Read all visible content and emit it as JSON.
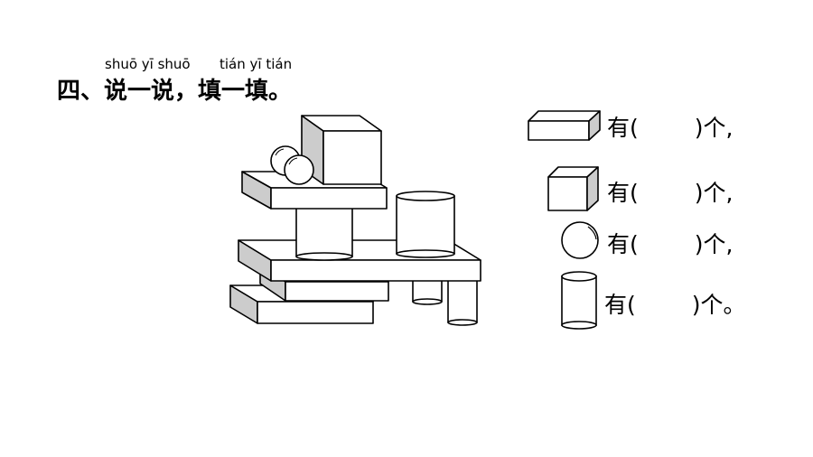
{
  "pinyin": {
    "shuo1": "shuō yī shuō",
    "tian1": "tián yī tián"
  },
  "title": "四、说一说，填一填。",
  "rows": [
    {
      "shape": "cuboid-icon",
      "prefix": "有(",
      "suffix": ")个,"
    },
    {
      "shape": "cube-icon",
      "prefix": "有(",
      "suffix": ")个,"
    },
    {
      "shape": "sphere-icon",
      "prefix": "有(",
      "suffix": ")个,"
    },
    {
      "shape": "cylinder-icon",
      "prefix": "有(",
      "suffix": ")个。"
    }
  ]
}
